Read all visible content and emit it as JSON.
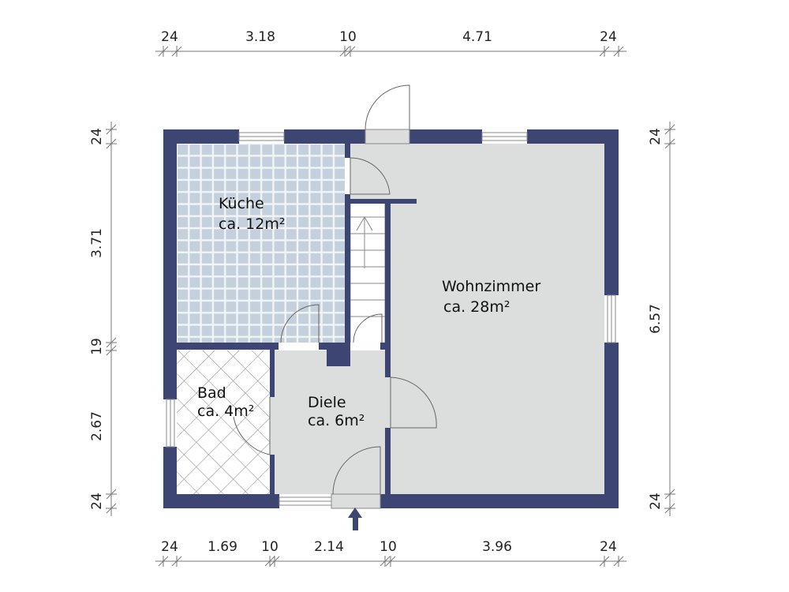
{
  "rooms": {
    "kueche": {
      "name": "Küche",
      "area": "ca. 12m²"
    },
    "wohnzimmer": {
      "name": "Wohnzimmer",
      "area": "ca. 28m²"
    },
    "bad": {
      "name": "Bad",
      "area": "ca. 4m²"
    },
    "diele": {
      "name": "Diele",
      "area": "ca. 6m²"
    }
  },
  "dimensions": {
    "top": [
      "24",
      "3.18",
      "10",
      "4.71",
      "24"
    ],
    "bottom": [
      "24",
      "1.69",
      "10",
      "2.14",
      "10",
      "3.96",
      "24"
    ],
    "left": [
      "24",
      "3.71",
      "19",
      "2.67",
      "24"
    ],
    "right": [
      "24",
      "6.57",
      "24"
    ]
  },
  "colors": {
    "wall": "#3d4573",
    "floor": "#dcdedd",
    "tile_light": "#dde4ea",
    "tile_mid": "#b9c7d3",
    "tile_dark": "#a6b5c4"
  }
}
